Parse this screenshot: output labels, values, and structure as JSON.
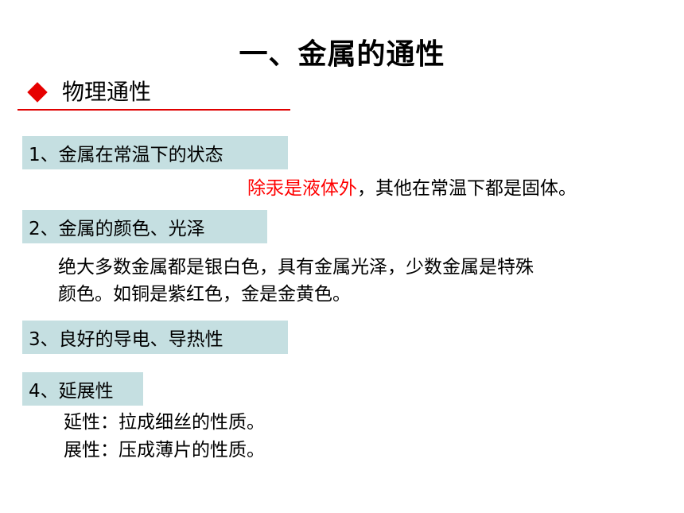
{
  "title": "一、金属的通性",
  "section": {
    "label": "物理通性"
  },
  "items": [
    {
      "heading": "1、金属在常温下的状态",
      "highlight": "除汞是液体外",
      "rest": "，其他在常温下都是固体。"
    },
    {
      "heading": "2、金属的颜色、光泽",
      "line1": "绝大多数金属都是银白色，具有金属光泽，少数金属是特殊",
      "line2": "颜色。如铜是紫红色，金是金黄色。"
    },
    {
      "heading": "3、良好的导电、导热性"
    },
    {
      "heading": "4、延展性",
      "line1": "延性：拉成细丝的性质。",
      "line2": "展性：压成薄片的性质。"
    }
  ],
  "colors": {
    "accent": "#e60000",
    "box": "#c5dfe1",
    "highlight": "#ff0000"
  }
}
